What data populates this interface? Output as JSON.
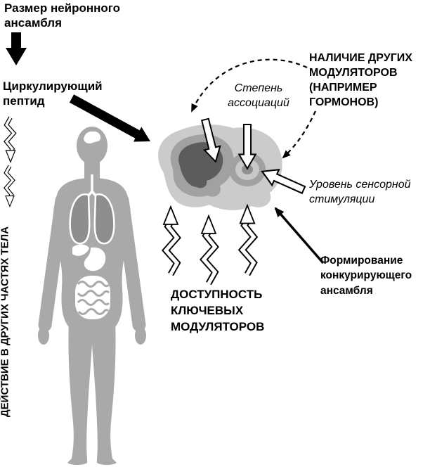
{
  "diagram": {
    "labels": {
      "ensemble_size": "Размер нейронного ансамбля",
      "circulating_peptide": "Циркулирующий пептид",
      "body_action": "ДЕЙСТВИЕ В ДРУГИХ ЧАСТЯХ ТЕЛА",
      "association_degree": "Степень ассоциаций",
      "other_modulators": "НАЛИЧИЕ ДРУГИХ МОДУЛЯТОРОВ (НАПРИМЕР ГОРМОНОВ)",
      "sensory_stimulation": "Уровень сенсорной стимуляции",
      "competing_ensemble": "Формирование конкурирующего ансамбля",
      "key_modulators": "ДОСТУПНОСТЬ КЛЮЧЕВЫХ МОДУЛЯТОРОВ"
    },
    "colors": {
      "body": "#a9a9a9",
      "organ_fill": "#8e8e8e",
      "blob_outer": "#cbcbcb",
      "blob_mid": "#a1a1a1",
      "blob_dark": "#5c5c5c",
      "ink": "#000000",
      "background": "#ffffff"
    }
  }
}
